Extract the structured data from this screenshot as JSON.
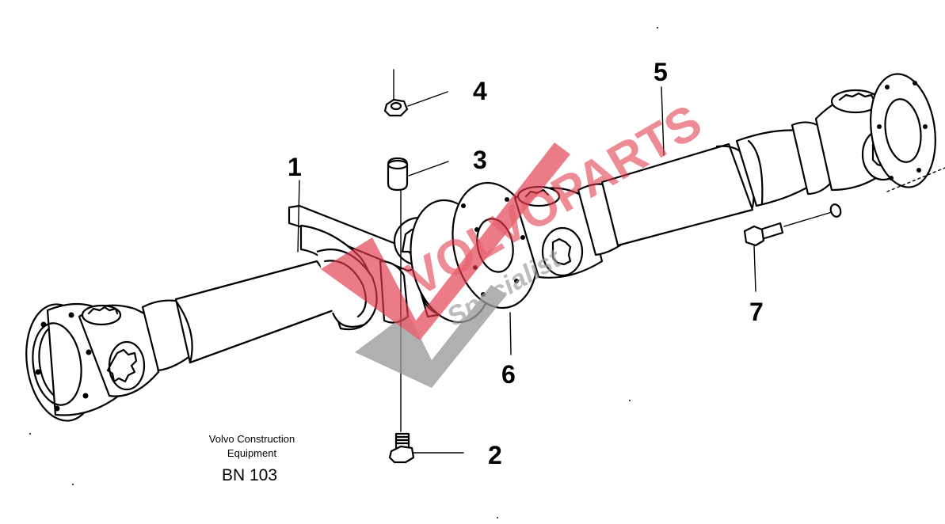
{
  "parts": [
    {
      "id": "1",
      "text": "1"
    },
    {
      "id": "2",
      "text": "2"
    },
    {
      "id": "3",
      "text": "3"
    },
    {
      "id": "4",
      "text": "4"
    },
    {
      "id": "5",
      "text": "5"
    },
    {
      "id": "6",
      "text": "6"
    },
    {
      "id": "7",
      "text": "7"
    }
  ],
  "caption": {
    "line1": "Volvo Construction",
    "line2": "Equipment",
    "code": "BN 103"
  },
  "watermark": {
    "text_top": "VOLVOPARTS",
    "text_bottom": "Specialist",
    "color": "#e23a4a",
    "shadow_color": "#9a9a9a"
  }
}
